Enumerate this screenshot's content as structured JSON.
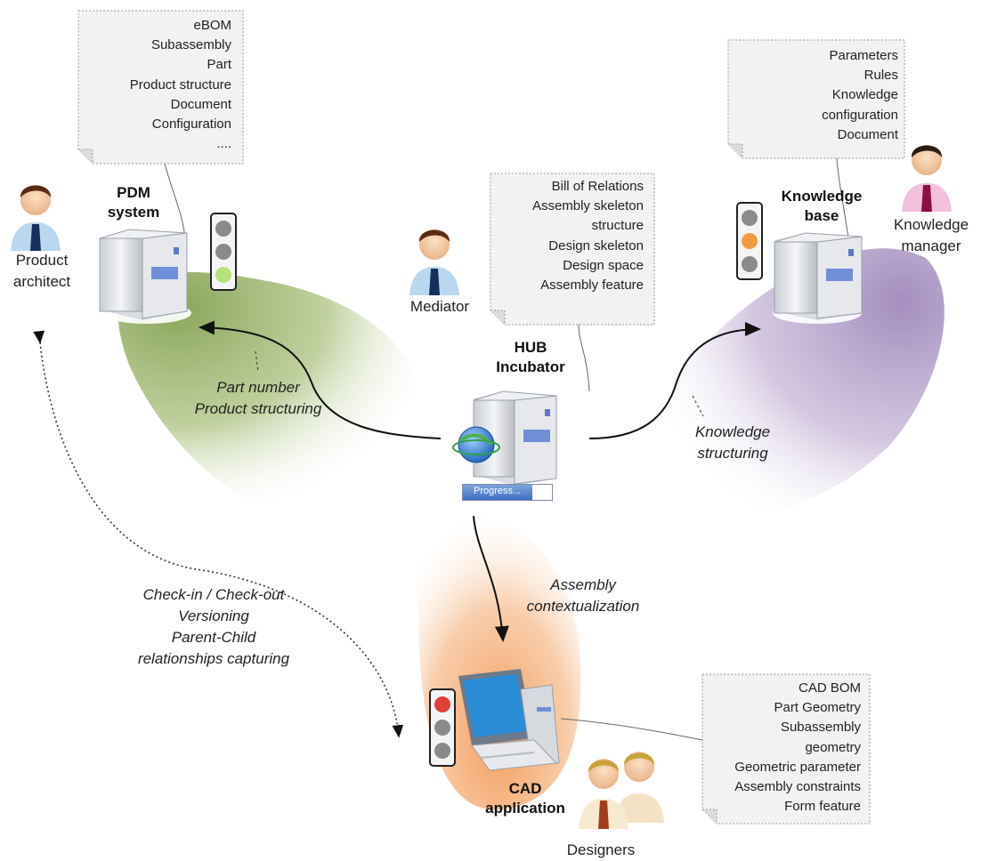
{
  "notes": {
    "pdm": [
      "eBOM",
      "Subassembly",
      "Part",
      "Product structure",
      "Document",
      "Configuration",
      "...."
    ],
    "hub": [
      "Bill of Relations",
      "Assembly skeleton",
      "structure",
      "Design skeleton",
      "Design space",
      "Assembly feature"
    ],
    "knowledge": [
      "Parameters",
      "Rules",
      "Knowledge",
      "configuration",
      "Document"
    ],
    "cad": [
      "CAD BOM",
      "Part Geometry",
      "Subassembly",
      "geometry",
      "Geometric parameter",
      "Assembly constraints",
      "Form feature"
    ]
  },
  "systems": {
    "pdm": [
      "PDM",
      "system"
    ],
    "hub": [
      "HUB",
      "Incubator"
    ],
    "knowledge": [
      "Knowledge",
      "base"
    ],
    "cad": [
      "CAD",
      "application"
    ]
  },
  "actors": {
    "product_architect": [
      "Product",
      "architect"
    ],
    "mediator": "Mediator",
    "knowledge_manager": [
      "Knowledge",
      "manager"
    ],
    "designers": "Designers"
  },
  "flows": {
    "pdm": [
      "Part number",
      "Product structuring"
    ],
    "knowledge": [
      "Knowledge",
      "structuring"
    ],
    "cad": [
      "Assembly",
      "contextualization"
    ],
    "checkin": [
      "Check-in / Check-out",
      "Versioning",
      "Parent-Child",
      "relationships capturing"
    ]
  },
  "progress": {
    "label": "Progress...",
    "fraction": 0.78
  },
  "traffic_lights": {
    "pdm": "green",
    "knowledge": "orange",
    "cad": "red"
  },
  "colors": {
    "pdm_zone": "#9bb26a",
    "knowledge_zone": "#b8a6cc",
    "cad_zone": "#f5b98a",
    "note_bg": "#f2f2f2"
  }
}
